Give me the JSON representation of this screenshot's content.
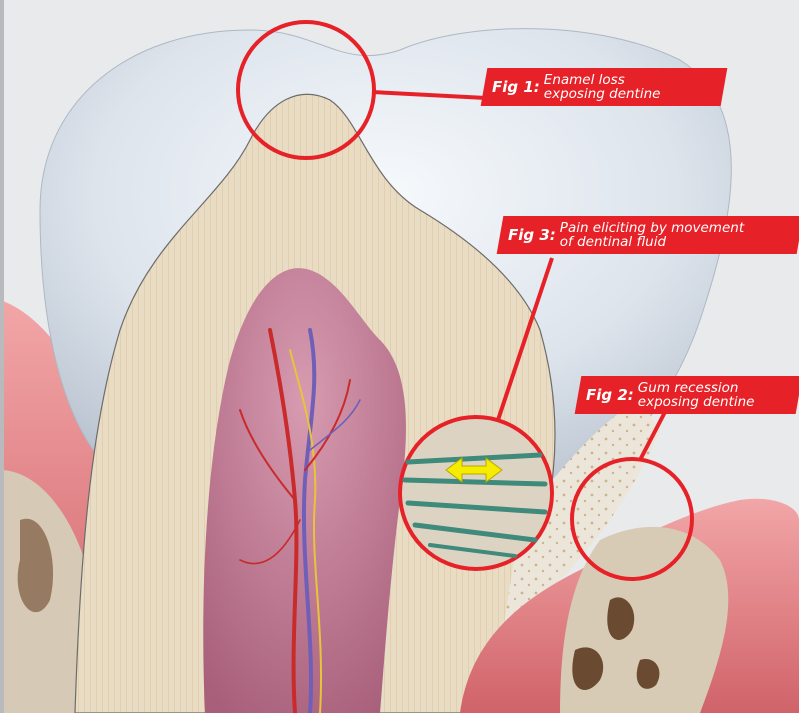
{
  "labels": {
    "fig1": {
      "tag": "Fig 1:",
      "line1": "Enamel loss",
      "line2": "exposing dentine"
    },
    "fig3": {
      "tag": "Fig 3:",
      "line1": "Pain eliciting by movement",
      "line2": "of dentinal fluid"
    },
    "fig2": {
      "tag": "Fig 2:",
      "line1": "Gum recession",
      "line2": "exposing dentine"
    }
  },
  "colors": {
    "callout_red": "#e62228",
    "enamel": "#dfe5ec",
    "dentine": "#e6d7bd",
    "pulp": "#c7849a",
    "gum": "#e6898c",
    "bone": "#d9cdbb",
    "arrow": "#f5ec00"
  },
  "icons": {
    "arrow": "double-headed-arrow-icon"
  }
}
